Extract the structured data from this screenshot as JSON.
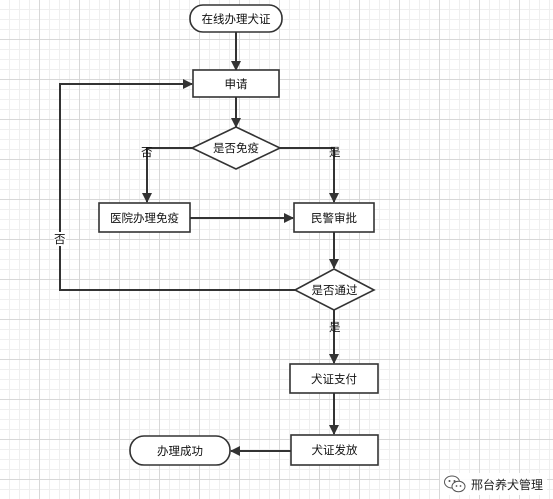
{
  "nodes": {
    "start": "在线办理犬证",
    "apply": "申请",
    "decision_exempt": "是否免疫",
    "hospital": "医院办理免疫",
    "police": "民警审批",
    "decision_pass": "是否通过",
    "pay": "犬证支付",
    "issue": "犬证发放",
    "end": "办理成功"
  },
  "edge_labels": {
    "exempt_no": "否",
    "exempt_yes": "是",
    "pass_no": "否",
    "pass_yes": "是"
  },
  "watermark": {
    "text": "邢台养犬管理",
    "icon": "wechat-icon"
  },
  "colors": {
    "line": "#333333",
    "node_fill": "#ffffff",
    "node_stroke": "#333333"
  }
}
